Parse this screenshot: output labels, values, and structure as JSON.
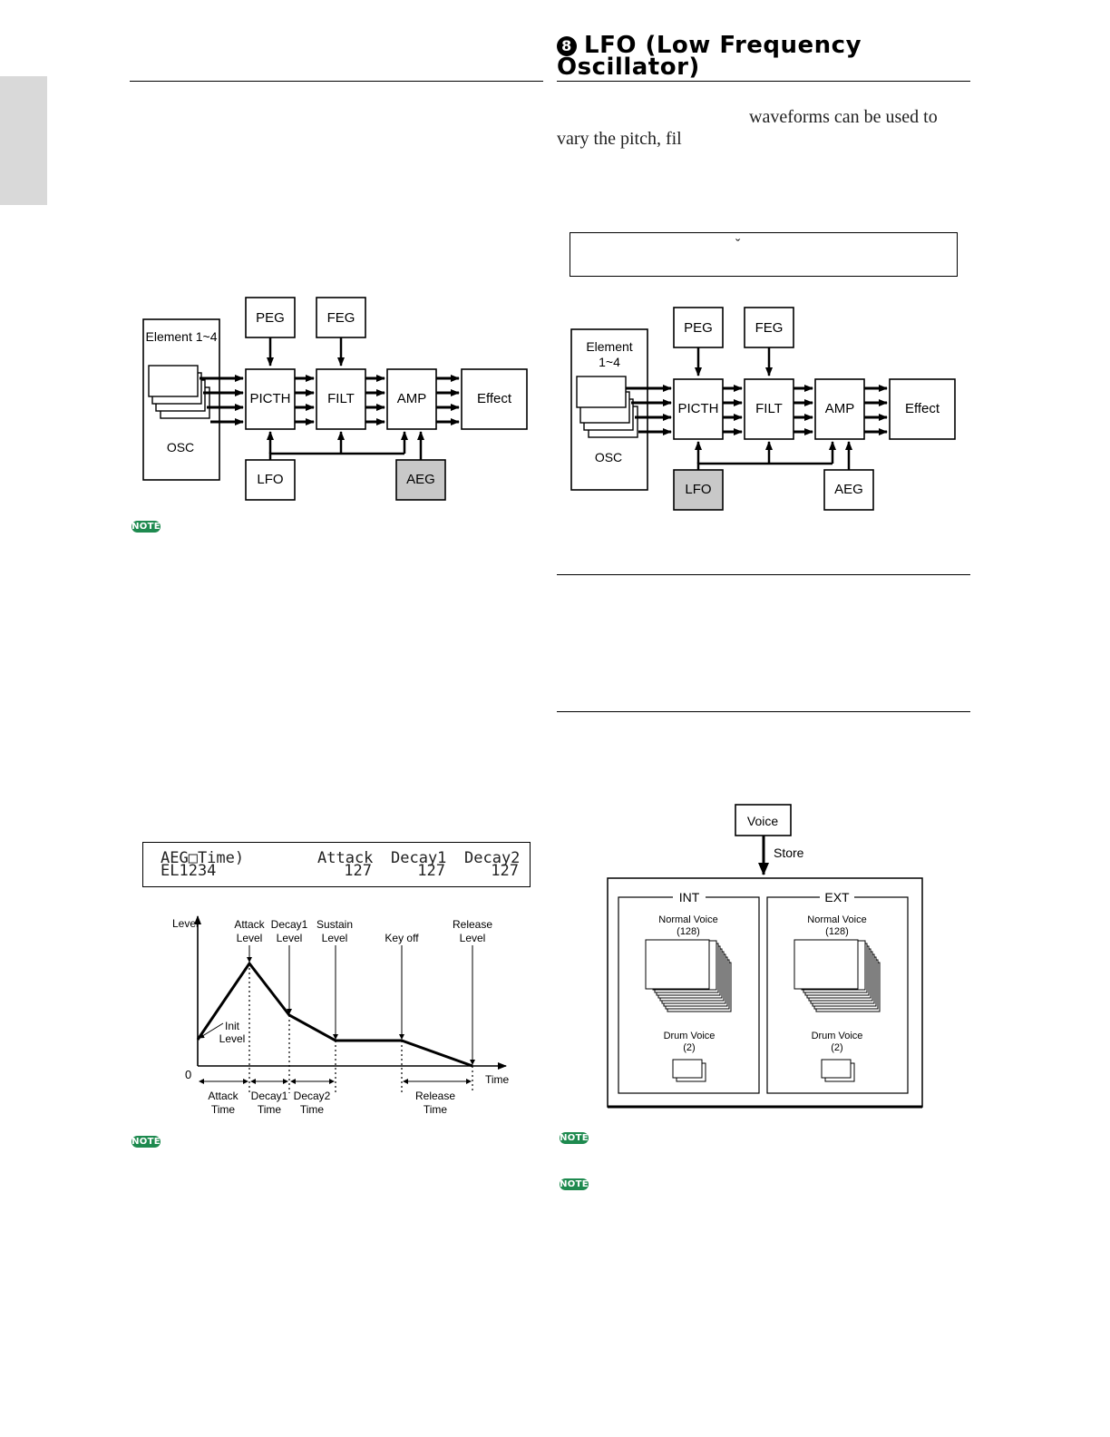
{
  "header": {
    "section_number": "8",
    "title_line1": "LFO (Low Frequency",
    "title_line2": "Oscillator)"
  },
  "right_text": {
    "line1": "waveforms can be used to",
    "line2": "vary the pitch, fil"
  },
  "lfo_display": {
    "marker": "ˇ"
  },
  "diagram_aeg": {
    "element": "Element 1~4",
    "osc": "OSC",
    "peg": "PEG",
    "feg": "FEG",
    "pitch": "PICTH",
    "filt": "FILT",
    "amp": "AMP",
    "effect": "Effect",
    "lfo": "LFO",
    "aeg": "AEG",
    "highlight": "AEG"
  },
  "diagram_lfo": {
    "element_line1": "Element",
    "element_line2": "1~4",
    "osc": "OSC",
    "peg": "PEG",
    "feg": "FEG",
    "pitch": "PICTH",
    "filt": "FILT",
    "amp": "AMP",
    "effect": "Effect",
    "lfo": "LFO",
    "aeg": "AEG",
    "highlight": "LFO"
  },
  "aeg_lcd": {
    "title": "AEG□Time)",
    "row2_label": "EL1234",
    "col1_label": "Attack",
    "col1_value": "127",
    "col2_label": "Decay1",
    "col2_value": "127",
    "col3_label": "Decay2",
    "col3_value": "127"
  },
  "envelope": {
    "y_axis": "Level",
    "x_axis": "Time",
    "zero": "0",
    "attack_level": [
      "Attack",
      "Level"
    ],
    "decay1_level": [
      "Decay1",
      "Level"
    ],
    "sustain_level": [
      "Sustain",
      "Level"
    ],
    "key_off": "Key off",
    "release_level": [
      "Release",
      "Level"
    ],
    "init_level": [
      "Init",
      "Level"
    ],
    "attack_time": [
      "Attack",
      "Time"
    ],
    "decay1_time": [
      "Decay1",
      "Time"
    ],
    "decay2_time": [
      "Decay2",
      "Time"
    ],
    "release_time": [
      "Release",
      "Time"
    ]
  },
  "store_diagram": {
    "voice": "Voice",
    "store": "Store",
    "int_label": "INT",
    "ext_label": "EXT",
    "normal_voice": "Normal Voice",
    "normal_count": "(128)",
    "drum_voice": "Drum Voice",
    "drum_count": "(2)"
  },
  "note_label": "NOTE",
  "colors": {
    "highlight_gray": "#c8c8c8",
    "note_green": "#1e8a4f",
    "side_tab": "#d9d9d9"
  }
}
